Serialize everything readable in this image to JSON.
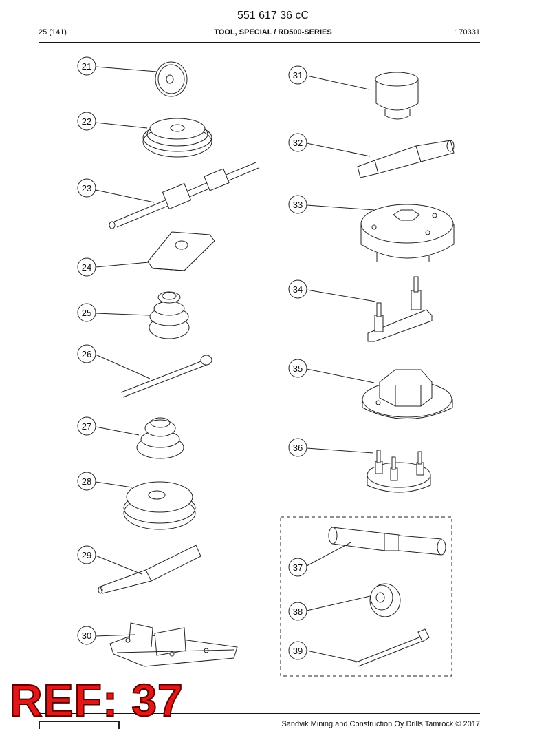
{
  "header": {
    "doc_number": "551 617 36 cC",
    "page": "25 (141)",
    "title": "TOOL, SPECIAL / RD500-SERIES",
    "date": "170331"
  },
  "callouts": [
    "21",
    "22",
    "23",
    "24",
    "25",
    "26",
    "27",
    "28",
    "29",
    "30",
    "31",
    "32",
    "33",
    "34",
    "35",
    "36",
    "37",
    "38",
    "39"
  ],
  "stamp": "REF: 37",
  "footer": {
    "copyright": "Sandvik Mining and Construction Oy Drills Tamrock © 2017"
  }
}
